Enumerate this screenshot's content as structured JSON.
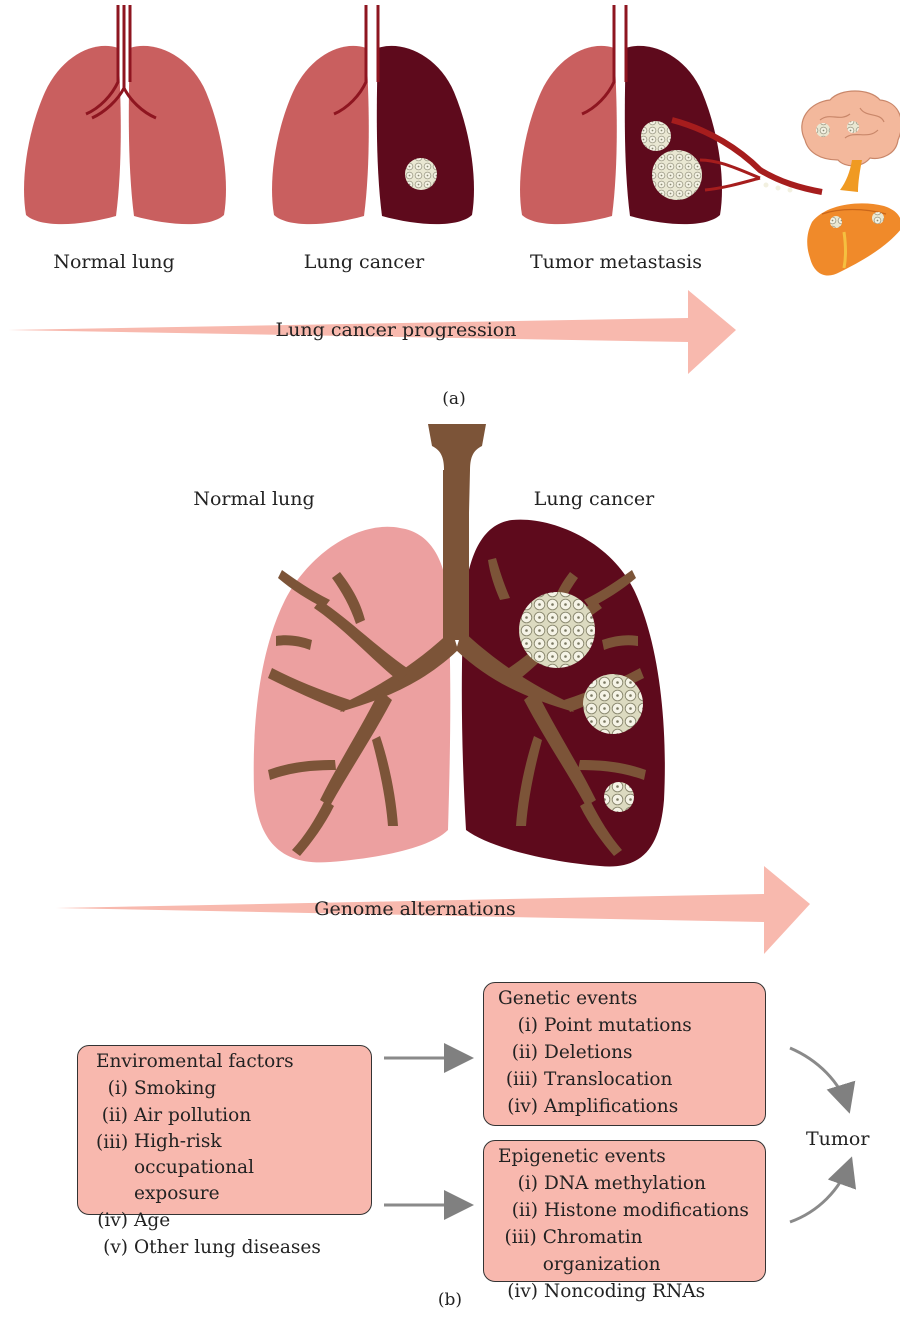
{
  "panel_a": {
    "labels": [
      "Normal lung",
      "Lung cancer",
      "Tumor metastasis"
    ],
    "arrow_label": "Lung cancer progression",
    "caption": "(a)"
  },
  "panel_b": {
    "label_left": "Normal lung",
    "label_right": "Lung cancer",
    "arrow_label": "Genome alternations",
    "environmental": {
      "title": "Enviromental factors",
      "items": [
        {
          "num": "(i)",
          "text": "Smoking"
        },
        {
          "num": "(ii)",
          "text": "Air pollution"
        },
        {
          "num": "(iii)",
          "text": "High-risk occupational exposure"
        },
        {
          "num": "(iv)",
          "text": "Age"
        },
        {
          "num": "(v)",
          "text": "Other lung diseases"
        }
      ]
    },
    "genetic": {
      "title": "Genetic events",
      "items": [
        {
          "num": "(i)",
          "text": "Point mutations"
        },
        {
          "num": "(ii)",
          "text": "Deletions"
        },
        {
          "num": "(iii)",
          "text": "Translocation"
        },
        {
          "num": "(iv)",
          "text": "Amplifications"
        }
      ]
    },
    "epigenetic": {
      "title": "Epigenetic events",
      "items": [
        {
          "num": "(i)",
          "text": "DNA methylation"
        },
        {
          "num": "(ii)",
          "text": "Histone modifications"
        },
        {
          "num": "(iii)",
          "text": "Chromatin organization"
        },
        {
          "num": "(iv)",
          "text": "Noncoding RNAs"
        }
      ]
    },
    "outcome": "Tumor",
    "caption": "(b)"
  },
  "colors": {
    "lung_normal": "#c95f5f",
    "lung_cancer": "#5e0a1c",
    "lung_normal_b": "#eca0a0",
    "bronchi": "#7c5438",
    "arrow": "#f8b9ae",
    "tumor": "#e7e6d0",
    "box": "#f8b8ae",
    "vessel": "#a61d1d"
  }
}
